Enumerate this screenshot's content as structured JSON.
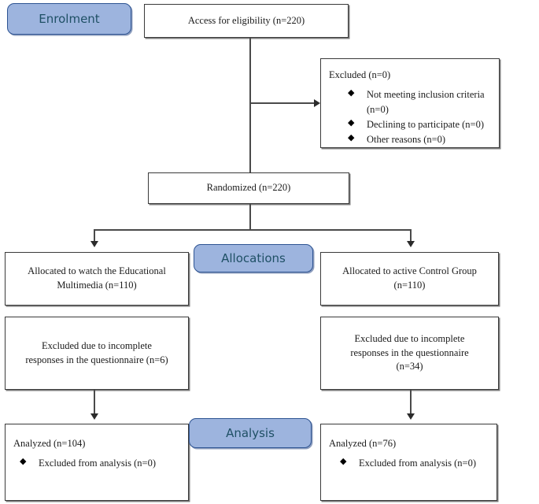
{
  "diagram": {
    "title": "CONSORT participant flow diagram",
    "accent_blue_fill": "#9DB4DE",
    "accent_blue_border": "#2E5492",
    "accent_blue_text": "#1F5065",
    "box_border": "#3a3a3a"
  },
  "stages": {
    "enrolment": "Enrolment",
    "allocations": "Allocations",
    "analysis": "Analysis"
  },
  "nodes": {
    "eligibility": "Access for eligibility (n=220)",
    "excluded": {
      "heading": "Excluded (n=0)",
      "reasons": [
        "Not meeting inclusion criteria (n=0)",
        "Declining to participate (n=0)",
        "Other reasons (n=0)"
      ]
    },
    "randomized": "Randomized (n=220)",
    "allocated_intervention": {
      "line1": "Allocated to watch the Educational",
      "line2": "Multimedia (n=110)"
    },
    "allocated_control": {
      "line1": "Allocated to active Control Group",
      "line2": "(n=110)"
    },
    "excluded_intervention": {
      "line1": "Excluded due to incomplete",
      "line2": "responses in the questionnaire (n=6)"
    },
    "excluded_control": {
      "line1": "Excluded due to incomplete",
      "line2": "responses in the questionnaire",
      "line3": "(n=34)"
    },
    "analyzed_intervention": {
      "heading": "Analyzed (n=104)",
      "notes": [
        "Excluded from analysis (n=0)"
      ]
    },
    "analyzed_control": {
      "heading": "Analyzed (n=76)",
      "notes": [
        "Excluded from analysis (n=0)"
      ]
    }
  },
  "chart_data": {
    "type": "diagram",
    "flow": "CONSORT",
    "assessed_for_eligibility": 220,
    "excluded_total": 0,
    "excluded_breakdown": {
      "not_meeting_inclusion_criteria": 0,
      "declining_to_participate": 0,
      "other_reasons": 0
    },
    "randomized": 220,
    "arms": [
      {
        "name": "Educational Multimedia",
        "allocated": 110,
        "excluded_incomplete_responses": 6,
        "analyzed": 104,
        "excluded_from_analysis": 0
      },
      {
        "name": "Active Control Group",
        "allocated": 110,
        "excluded_incomplete_responses": 34,
        "analyzed": 76,
        "excluded_from_analysis": 0
      }
    ]
  }
}
